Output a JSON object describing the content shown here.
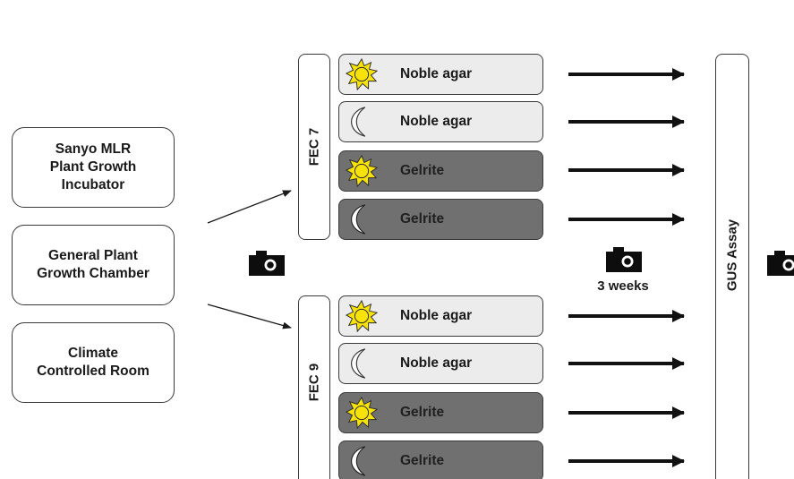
{
  "environments": [
    {
      "label": "Sanyo MLR\nPlant Growth\nIncubator"
    },
    {
      "label": "General Plant\nGrowth Chamber"
    },
    {
      "label": "Climate\nControlled Room"
    }
  ],
  "groups": [
    {
      "label": "FEC 7",
      "conditions": [
        {
          "icon": "sun-icon",
          "label": "Noble agar",
          "shade": "light"
        },
        {
          "icon": "moon-icon",
          "label": "Noble agar",
          "shade": "light"
        },
        {
          "icon": "sun-icon",
          "label": "Gelrite",
          "shade": "dark"
        },
        {
          "icon": "moon-icon",
          "label": "Gelrite",
          "shade": "dark"
        }
      ]
    },
    {
      "label": "FEC 9",
      "conditions": [
        {
          "icon": "sun-icon",
          "label": "Noble agar",
          "shade": "light"
        },
        {
          "icon": "moon-icon",
          "label": "Noble agar",
          "shade": "light"
        },
        {
          "icon": "sun-icon",
          "label": "Gelrite",
          "shade": "dark"
        },
        {
          "icon": "moon-icon",
          "label": "Gelrite",
          "shade": "dark"
        }
      ]
    }
  ],
  "duration_label": "3 weeks",
  "assay_label": "GUS Assay",
  "icons": [
    "camera-icon",
    "sun-icon",
    "moon-icon",
    "arrow-right-icon"
  ],
  "colors": {
    "light_box": "#ececec",
    "dark_box": "#707070",
    "sun_fill": "#f7e20a",
    "outline": "#3a3a3a"
  }
}
